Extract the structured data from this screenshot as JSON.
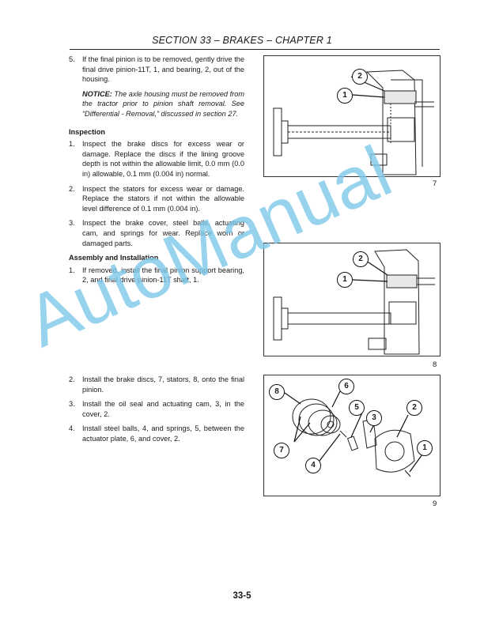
{
  "header": {
    "title": "SECTION 33 – BRAKES – CHAPTER 1"
  },
  "steps_removal": [
    {
      "num": "5.",
      "text": "If the final pinion is to be removed, gently drive the final drive pinion-11T, 1, and bearing, 2, out of the housing."
    }
  ],
  "notice": {
    "label": "NOTICE:",
    "text": "The axle housing must be removed from the tractor prior to pinion shaft removal. See “Differential - Removal,” discussed in section 27."
  },
  "inspection": {
    "heading": "Inspection",
    "items": [
      {
        "num": "1.",
        "text": "Inspect the brake discs for excess wear or damage. Replace the discs if the lining groove depth is not within the allowable limit, 0.0 mm (0.0 in) allowable, 0.1 mm (0.004 in) normal."
      },
      {
        "num": "2.",
        "text": "Inspect the stators for excess wear or damage. Replace the stators if not within the allowable level difference of 0.1 mm (0.004 in)."
      },
      {
        "num": "3.",
        "text": "Inspect the brake cover, steel balls, actuating cam, and springs for wear. Replace worn or damaged parts."
      }
    ]
  },
  "assembly": {
    "heading": "Assembly and Installation",
    "items": [
      {
        "num": "1.",
        "text": "If removed, install the final pinion support bearing, 2, and final drive pinion-11T shaft, 1."
      }
    ],
    "items_continued": [
      {
        "num": "2.",
        "text": "Install the brake discs, 7, stators, 8, onto the final pinion."
      },
      {
        "num": "3.",
        "text": "Install the oil seal and actuating cam, 3, in the cover, 2."
      },
      {
        "num": "4.",
        "text": "Install steel balls, 4, and springs, 5, between the actuator plate, 6, and cover, 2."
      }
    ]
  },
  "figures": [
    {
      "number": "7",
      "callouts": [
        "2",
        "1"
      ]
    },
    {
      "number": "8",
      "callouts": [
        "2",
        "1"
      ]
    },
    {
      "number": "9",
      "callouts": [
        "8",
        "6",
        "5",
        "3",
        "2",
        "7",
        "4",
        "1"
      ]
    }
  ],
  "watermark": {
    "text": "AutoManual"
  },
  "footer": {
    "page": "33-5"
  }
}
